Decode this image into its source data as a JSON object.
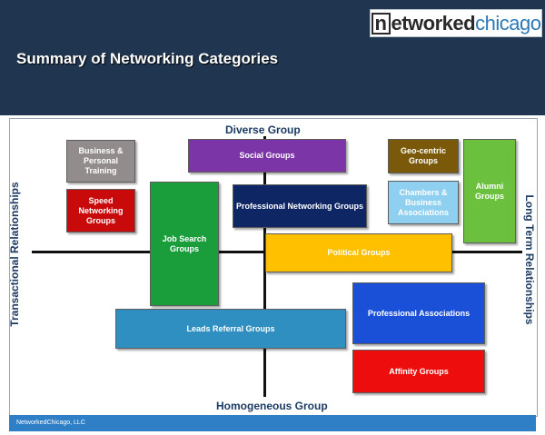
{
  "logo": {
    "part1": "n",
    "part2": "etworked",
    "part3": "chicago"
  },
  "title": "Summary of Networking Categories",
  "axes": {
    "top": "Diverse Group",
    "bottom": "Homogeneous Group",
    "left": "Transactional Relationships",
    "right": "Long Term Relationships"
  },
  "boxes": {
    "business_personal_training": {
      "label": "Business & Personal Training",
      "color": "#938c8c"
    },
    "speed_networking": {
      "label": "Speed Networking Groups",
      "color": "#c80a0a"
    },
    "social_groups": {
      "label": "Social Groups",
      "color": "#7b35a6"
    },
    "geo_centric": {
      "label": "Geo-centric Groups",
      "color": "#7a5a0a"
    },
    "alumni": {
      "label": "Alumni Groups",
      "color": "#6bc13e"
    },
    "chambers": {
      "label": "Chambers & Business Associations",
      "color": "#8fd0f0"
    },
    "professional_networking": {
      "label": "Professional Networking Groups",
      "color": "#0e2764"
    },
    "job_search": {
      "label": "Job Search Groups",
      "color": "#1a9e3c"
    },
    "political": {
      "label": "Political Groups",
      "color": "#ffc000"
    },
    "professional_associations": {
      "label": "Professional Associations",
      "color": "#1a4fd8"
    },
    "leads_referral": {
      "label": "Leads Referral Groups",
      "color": "#2e8fc0"
    },
    "affinity": {
      "label": "Affinity Groups",
      "color": "#ee0d0d"
    }
  },
  "footer": "NetworkedChicago, LLC"
}
